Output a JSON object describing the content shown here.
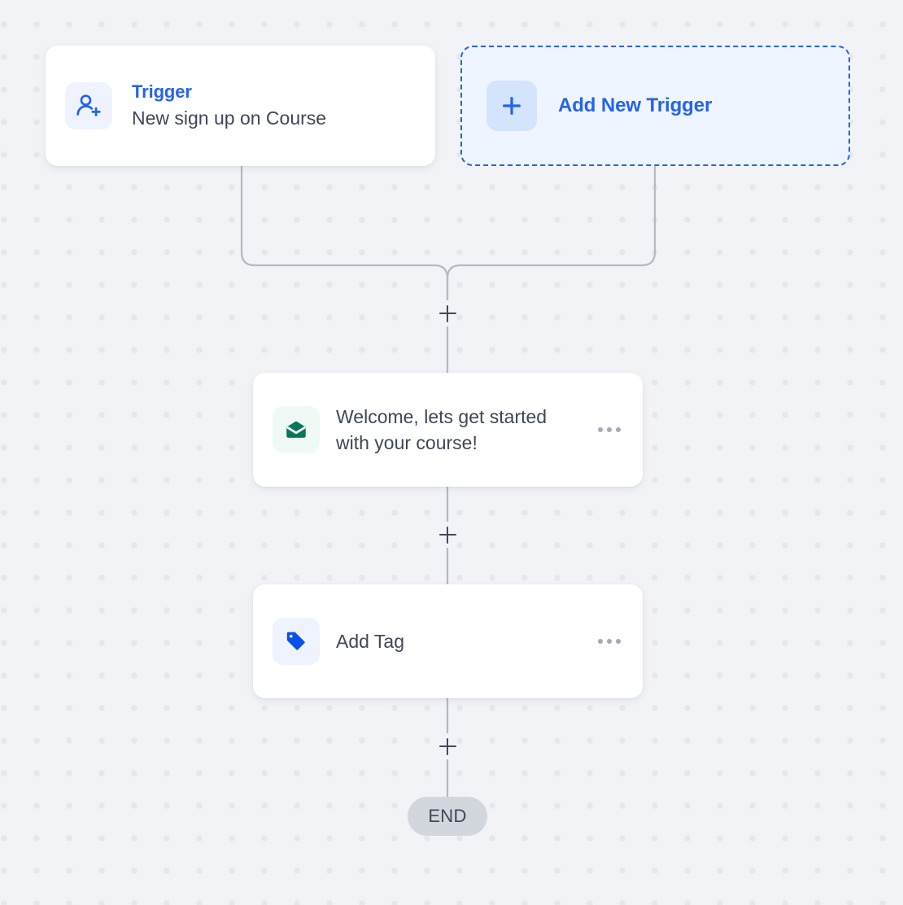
{
  "canvas": {
    "background_color": "#f1f3f7",
    "dot_color": "#e5e7ea",
    "grid_spacing": 40
  },
  "colors": {
    "accent_blue": "#2563eb",
    "text_dark": "#3f4756",
    "connector_line": "#b4b9c2",
    "end_pill": "#d2d6dd",
    "icon_green": "#07765a"
  },
  "triggers": {
    "existing": {
      "icon": "user-plus-icon",
      "title": "Trigger",
      "subtitle": "New sign up on Course"
    },
    "add_new": {
      "icon": "plus-icon",
      "label": "Add New Trigger"
    }
  },
  "steps": [
    {
      "icon": "envelope-icon",
      "label": "Welcome, lets get started with your course!",
      "menu": "more-options"
    },
    {
      "icon": "tag-icon",
      "label": "Add Tag",
      "menu": "more-options"
    }
  ],
  "add_step_buttons": [
    {
      "label": "+",
      "name": "add-step-after-trigger"
    },
    {
      "label": "+",
      "name": "add-step-after-email"
    },
    {
      "label": "+",
      "name": "add-step-after-tag"
    }
  ],
  "end_node": {
    "label": "END"
  }
}
